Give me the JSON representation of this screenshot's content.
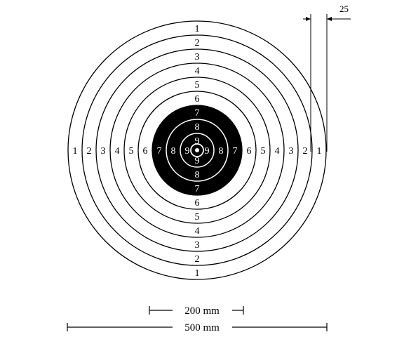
{
  "target": {
    "rings": [
      "1",
      "2",
      "3",
      "4",
      "5",
      "6",
      "7",
      "8",
      "9"
    ],
    "black_aiming_mark_from_ring": "7",
    "colors": {
      "ink": "#000000",
      "paper": "#ffffff"
    }
  },
  "dimensions": {
    "ring_width_label": "25",
    "black_center_label": "200 mm",
    "outer_diameter_label": "500 mm"
  }
}
